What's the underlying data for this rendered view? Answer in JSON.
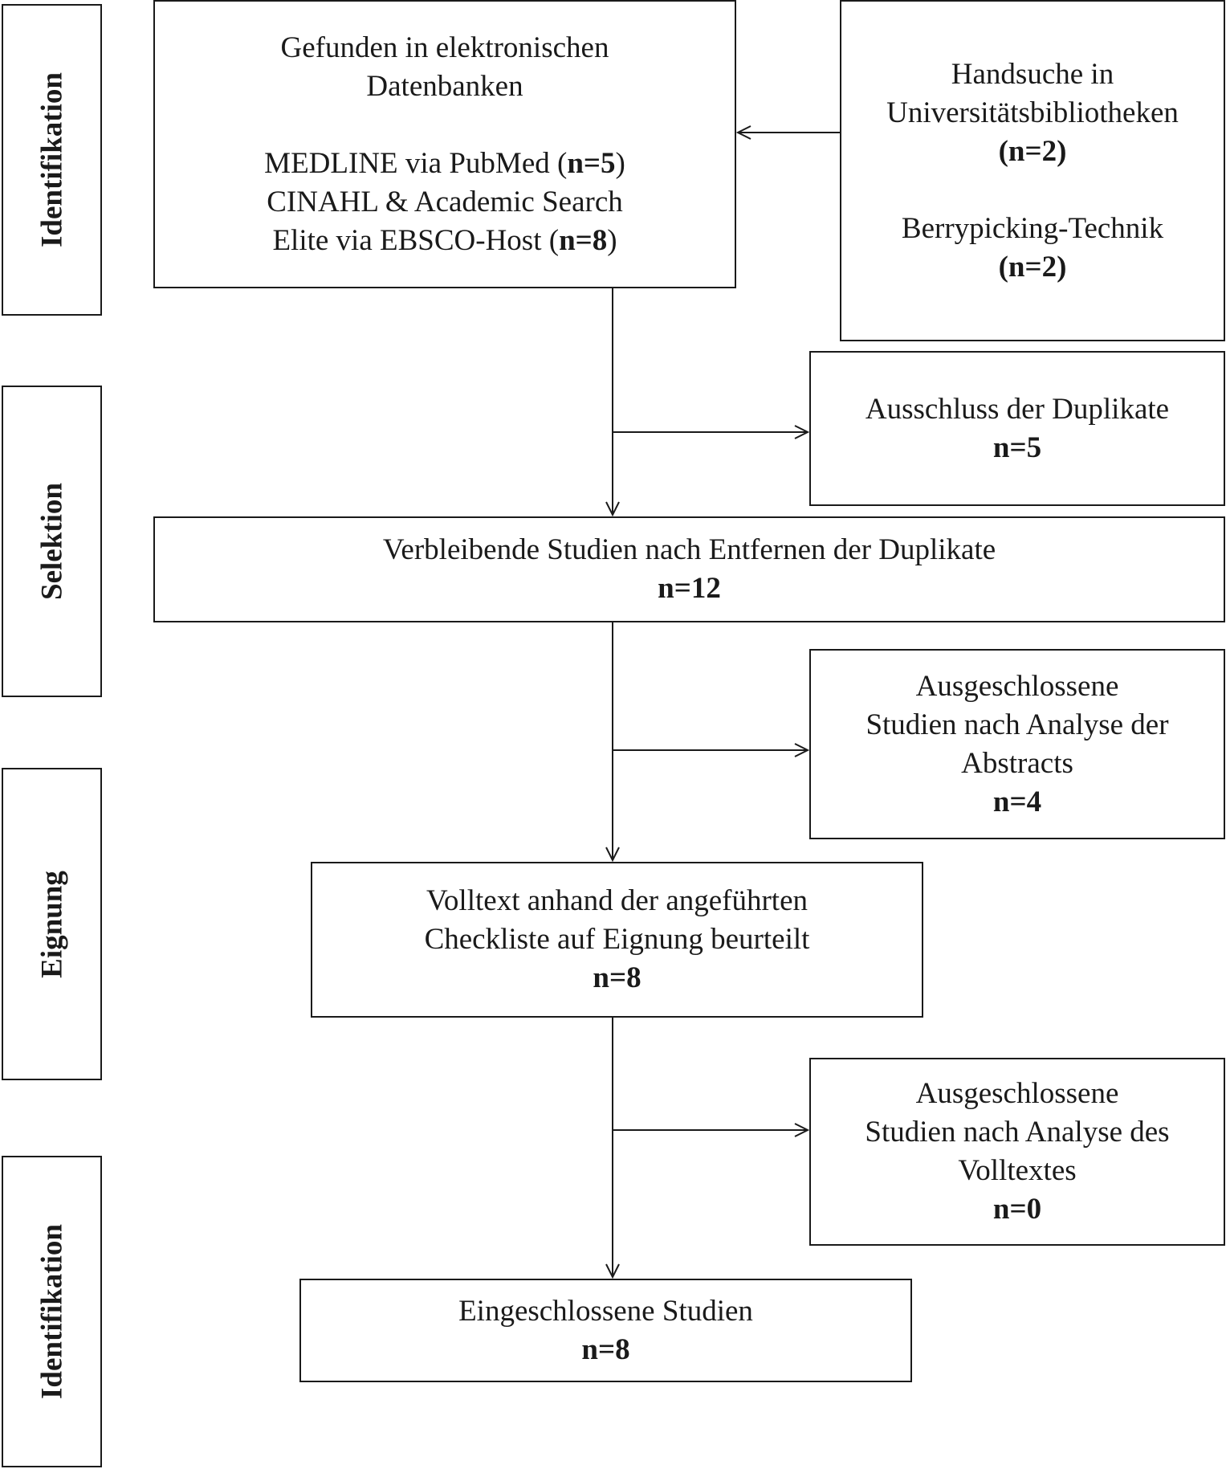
{
  "stages": [
    {
      "label": "Identifikation"
    },
    {
      "label": "Selektion"
    },
    {
      "label": "Eignung"
    },
    {
      "label": "Identifikation"
    }
  ],
  "boxes": {
    "databases": {
      "line1": "Gefunden in elektronischen",
      "line2": "Datenbanken",
      "medline": "MEDLINE via PubMed (",
      "medline_n": "n=5",
      "medline_close": ")",
      "cinahl": "CINAHL & Academic Search",
      "ebsco": "Elite via EBSCO-Host (",
      "ebsco_n": "n=8",
      "ebsco_close": ")"
    },
    "manual": {
      "line1": "Handsuche in",
      "line2": "Universitätsbibliotheken",
      "n1_open": "(",
      "n1": "n=2",
      "n1_close": ")",
      "berry": "Berrypicking-Technik",
      "n2_open": "(",
      "n2": "n=2",
      "n2_close": ")"
    },
    "duplicates_excluded": {
      "line1": "Ausschluss der Duplikate",
      "n": "n=5"
    },
    "remaining": {
      "line1": "Verbleibende Studien nach Entfernen der Duplikate",
      "n": "n=12"
    },
    "abstract_excluded": {
      "line1": "Ausgeschlossene",
      "line2": "Studien nach Analyse der",
      "line3": "Abstracts",
      "n": "n=4"
    },
    "fulltext": {
      "line1": "Volltext anhand der angeführten",
      "line2": "Checkliste auf Eignung beurteilt",
      "n": "n=8"
    },
    "fulltext_excluded": {
      "line1": "Ausgeschlossene",
      "line2": "Studien nach Analyse des",
      "line3": "Volltextes",
      "n": "n=0"
    },
    "included": {
      "line1": "Eingeschlossene Studien",
      "n": "n=8"
    }
  }
}
